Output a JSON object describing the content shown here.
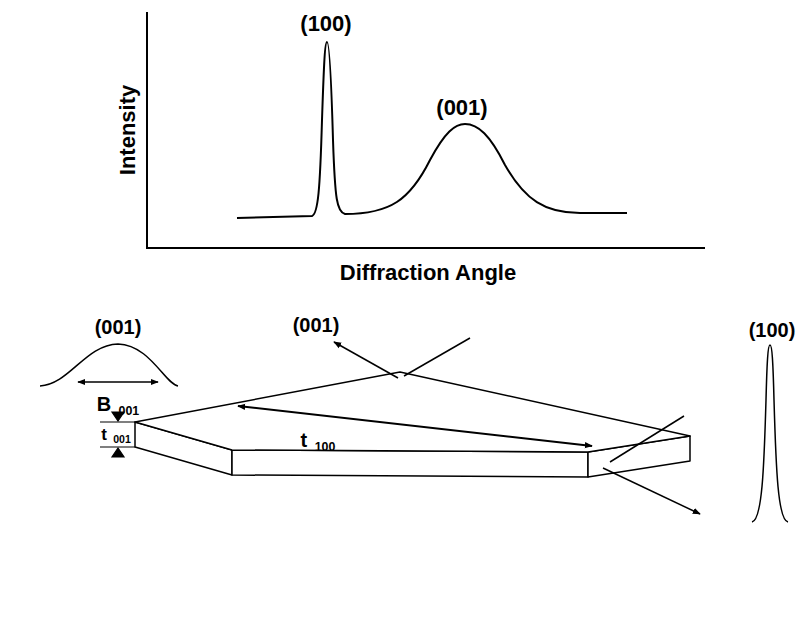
{
  "diagram": {
    "labels": [
      "(100)",
      "(001)",
      "Intensity",
      "Diffraction Angle",
      "(001)",
      "B 001",
      "(001)",
      "t 001",
      "t 100",
      "(100)"
    ]
  }
}
